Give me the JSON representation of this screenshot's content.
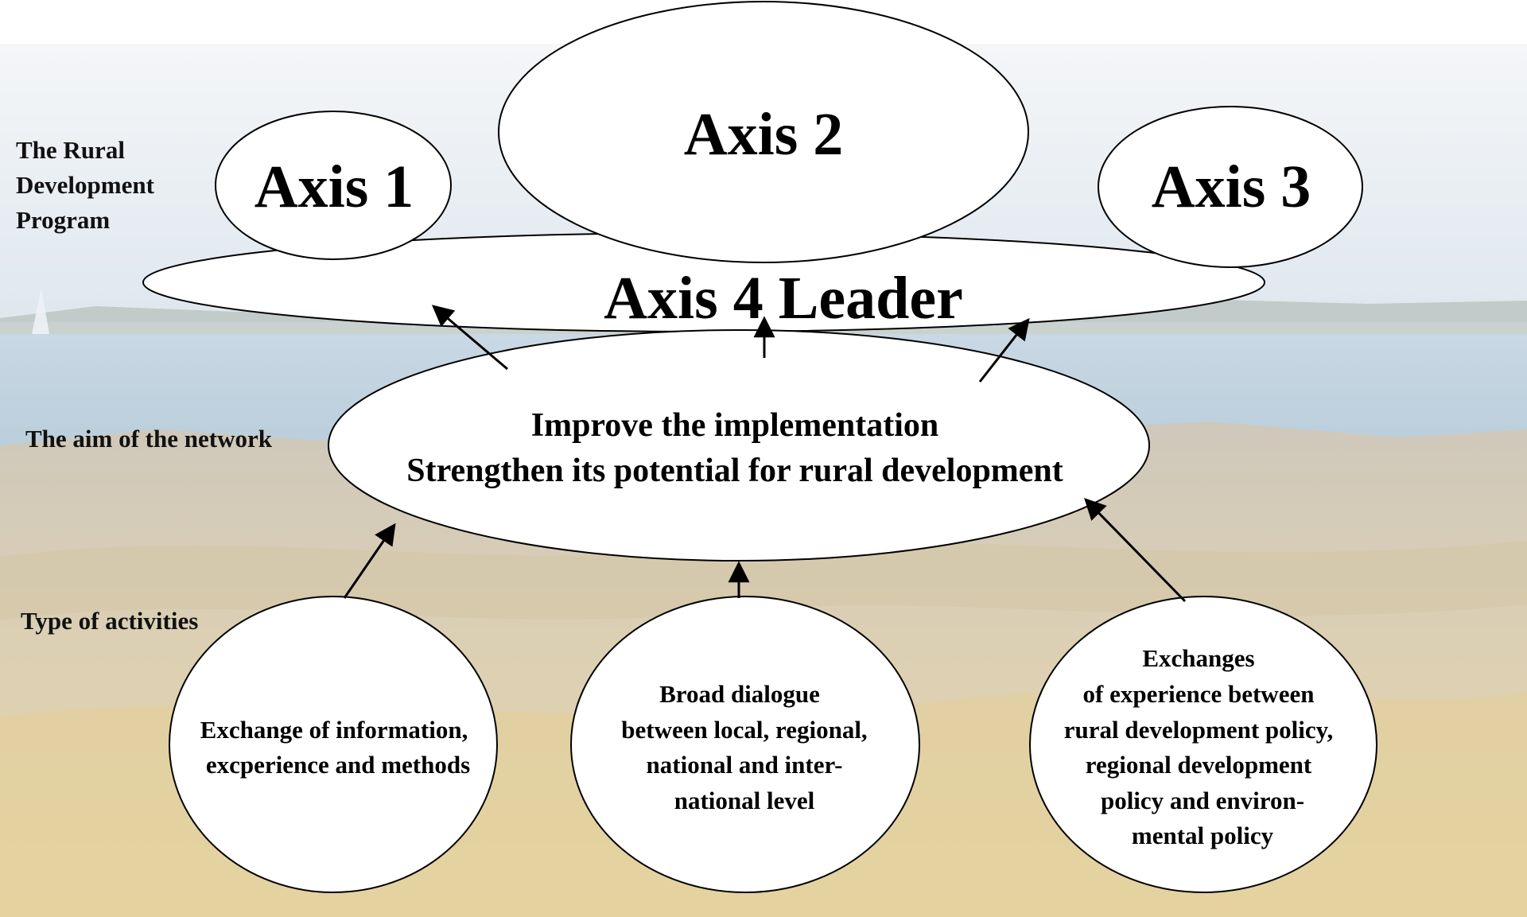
{
  "side_labels": {
    "program": [
      "The Rural",
      "Development",
      "Program"
    ],
    "aim": "The aim of the network",
    "activities": "Type of activities"
  },
  "axes": {
    "axis1": "Axis 1",
    "axis2": "Axis 2",
    "axis3": "Axis 3",
    "axis4": "Axis 4 Leader"
  },
  "aim": {
    "line1": "Improve the implementation",
    "line2": "Strengthen its potential for rural development"
  },
  "activities": {
    "left": [
      "Exchange of information,",
      "excperience and methods"
    ],
    "middle": [
      "Broad dialogue",
      "between local, regional,",
      "national and inter-",
      "national level"
    ],
    "right": [
      "Exchanges",
      "of experience between",
      "rural development policy,",
      "regional development",
      "policy and environ-",
      "mental policy"
    ]
  },
  "colors": {
    "sky": "#dde6ef",
    "sea": "#b9cfdf",
    "rock": "#d8cdb8",
    "lichen": "#e0c27a",
    "shape_fill": "#ffffff",
    "stroke": "#000000"
  }
}
